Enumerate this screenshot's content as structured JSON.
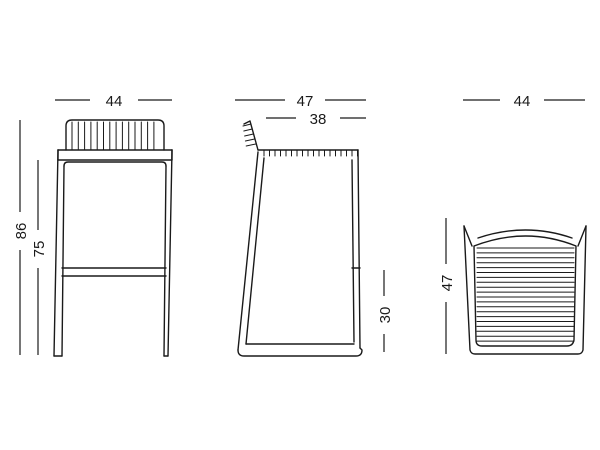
{
  "front_view": {
    "width_label": "44",
    "overall_height_label": "86",
    "seat_height_label": "75"
  },
  "side_view": {
    "depth_label": "47",
    "seat_depth_label": "38",
    "footrest_height_label": "30"
  },
  "top_view": {
    "width_label": "44",
    "depth_label": "47"
  },
  "colors": {
    "line": "#1a1a1a",
    "background": "#ffffff"
  }
}
